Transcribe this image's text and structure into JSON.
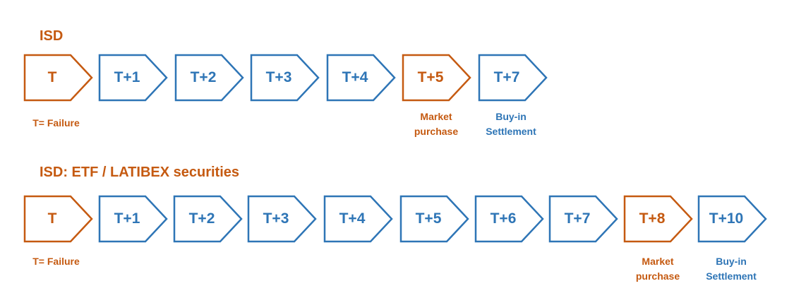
{
  "colors": {
    "accent": "#c55a11",
    "primary": "#2e75b6"
  },
  "rows": [
    {
      "title": "ISD",
      "steps": [
        {
          "label": "T",
          "color": "accent"
        },
        {
          "label": "T+1",
          "color": "primary"
        },
        {
          "label": "T+2",
          "color": "primary"
        },
        {
          "label": "T+3",
          "color": "primary"
        },
        {
          "label": "T+4",
          "color": "primary"
        },
        {
          "label": "T+5",
          "color": "accent"
        },
        {
          "label": "T+7",
          "color": "primary"
        }
      ],
      "notes": {
        "failure": "T= Failure",
        "market_line1": "Market",
        "market_line2": "purchase",
        "buyin_line1": "Buy-in",
        "buyin_line2": "Settlement"
      }
    },
    {
      "title": "ISD: ETF / LATIBEX securities",
      "steps": [
        {
          "label": "T",
          "color": "accent"
        },
        {
          "label": "T+1",
          "color": "primary"
        },
        {
          "label": "T+2",
          "color": "primary"
        },
        {
          "label": "T+3",
          "color": "primary"
        },
        {
          "label": "T+4",
          "color": "primary"
        },
        {
          "label": "T+5",
          "color": "primary"
        },
        {
          "label": "T+6",
          "color": "primary"
        },
        {
          "label": "T+7",
          "color": "primary"
        },
        {
          "label": "T+8",
          "color": "accent"
        },
        {
          "label": "T+10",
          "color": "primary"
        }
      ],
      "notes": {
        "failure": "T= Failure",
        "market_line1": "Market",
        "market_line2": "purchase",
        "buyin_line1": "Buy-in",
        "buyin_line2": "Settlement"
      }
    }
  ]
}
